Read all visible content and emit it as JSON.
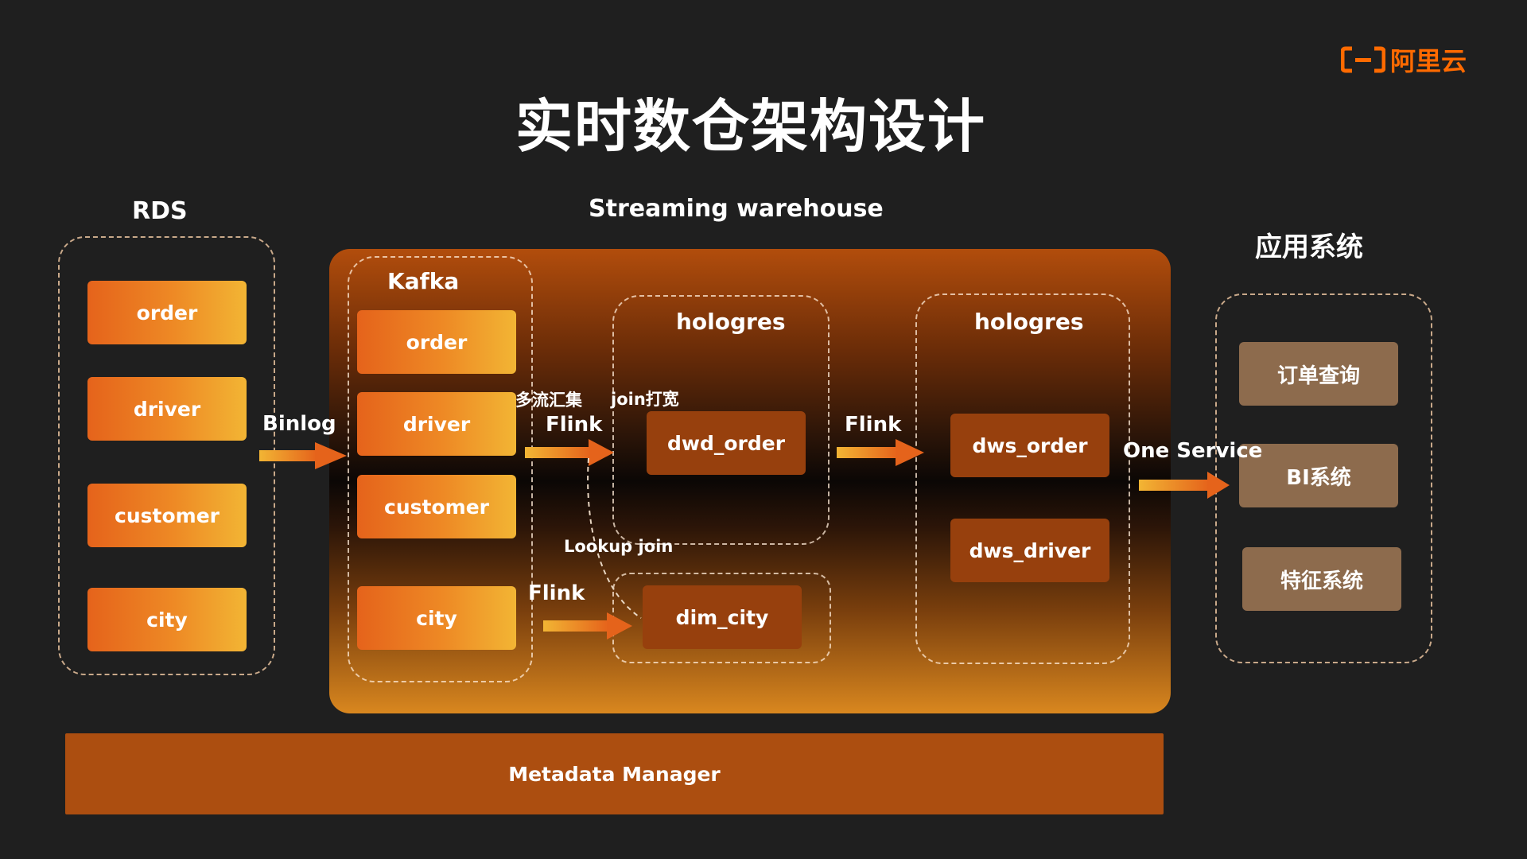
{
  "title": "实时数仓架构设计",
  "logo": {
    "text": "阿里云",
    "icon": "aliyun-logo-icon"
  },
  "rds": {
    "label": "RDS",
    "items": [
      "order",
      "driver",
      "customer",
      "city"
    ]
  },
  "warehouse": {
    "label": "Streaming warehouse"
  },
  "kafka": {
    "label": "Kafka",
    "items": [
      "order",
      "driver",
      "customer",
      "city"
    ]
  },
  "hologres_dwd": {
    "label": "hologres",
    "item": "dwd_order"
  },
  "hologres_dws": {
    "label": "hologres",
    "items": [
      "dws_order",
      "dws_driver"
    ]
  },
  "dim": {
    "item": "dim_city"
  },
  "apps": {
    "label": "应用系统",
    "items": [
      "订单查询",
      "BI系统",
      "特征系统"
    ]
  },
  "edges": {
    "binlog": "Binlog",
    "multi_stream": "多流汇集",
    "join_widen": "join打宽",
    "flink_1": "Flink",
    "flink_2": "Flink",
    "flink_3": "Flink",
    "lookup_join": "Lookup join",
    "one_service": "One Service"
  },
  "metadata": "Metadata Manager",
  "colors": {
    "background": "#1f1f1f",
    "accent": "#ff6a00",
    "source_box": "#e8701f",
    "hologres_box": "#97400d",
    "app_box": "#8d6b4d",
    "metadata_bar": "#ac4e10"
  }
}
